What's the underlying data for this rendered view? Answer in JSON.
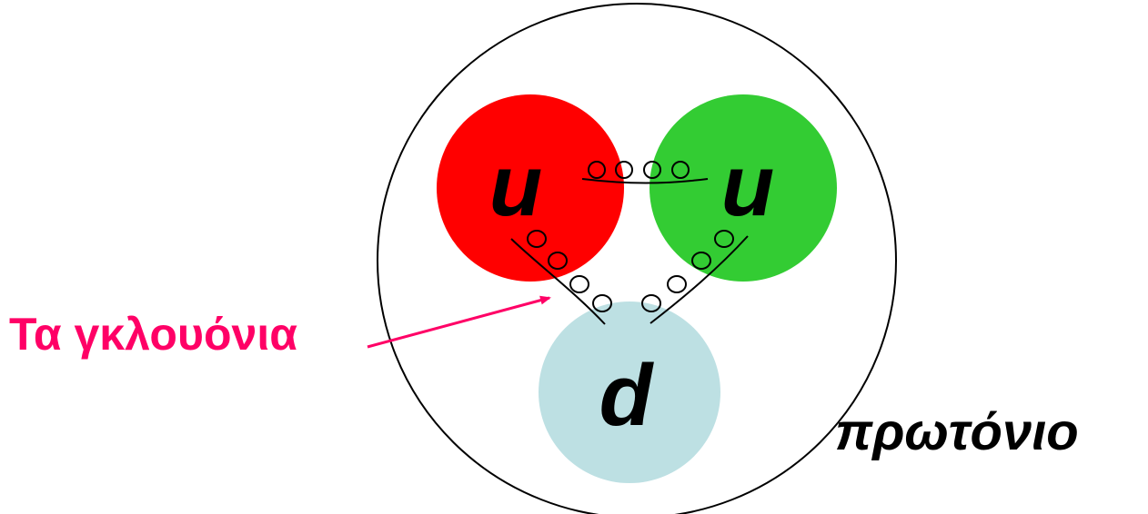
{
  "quarks": [
    {
      "label": "u",
      "color": "#ff0000"
    },
    {
      "label": "u",
      "color": "#33cc33"
    },
    {
      "label": "d",
      "color": "#bde0e3"
    }
  ],
  "gluon_label": "Τα γκλουόνια",
  "gluon_label_color": "#ff0066",
  "proton_label": "πρωτόνιο",
  "outline_color": "#000000"
}
